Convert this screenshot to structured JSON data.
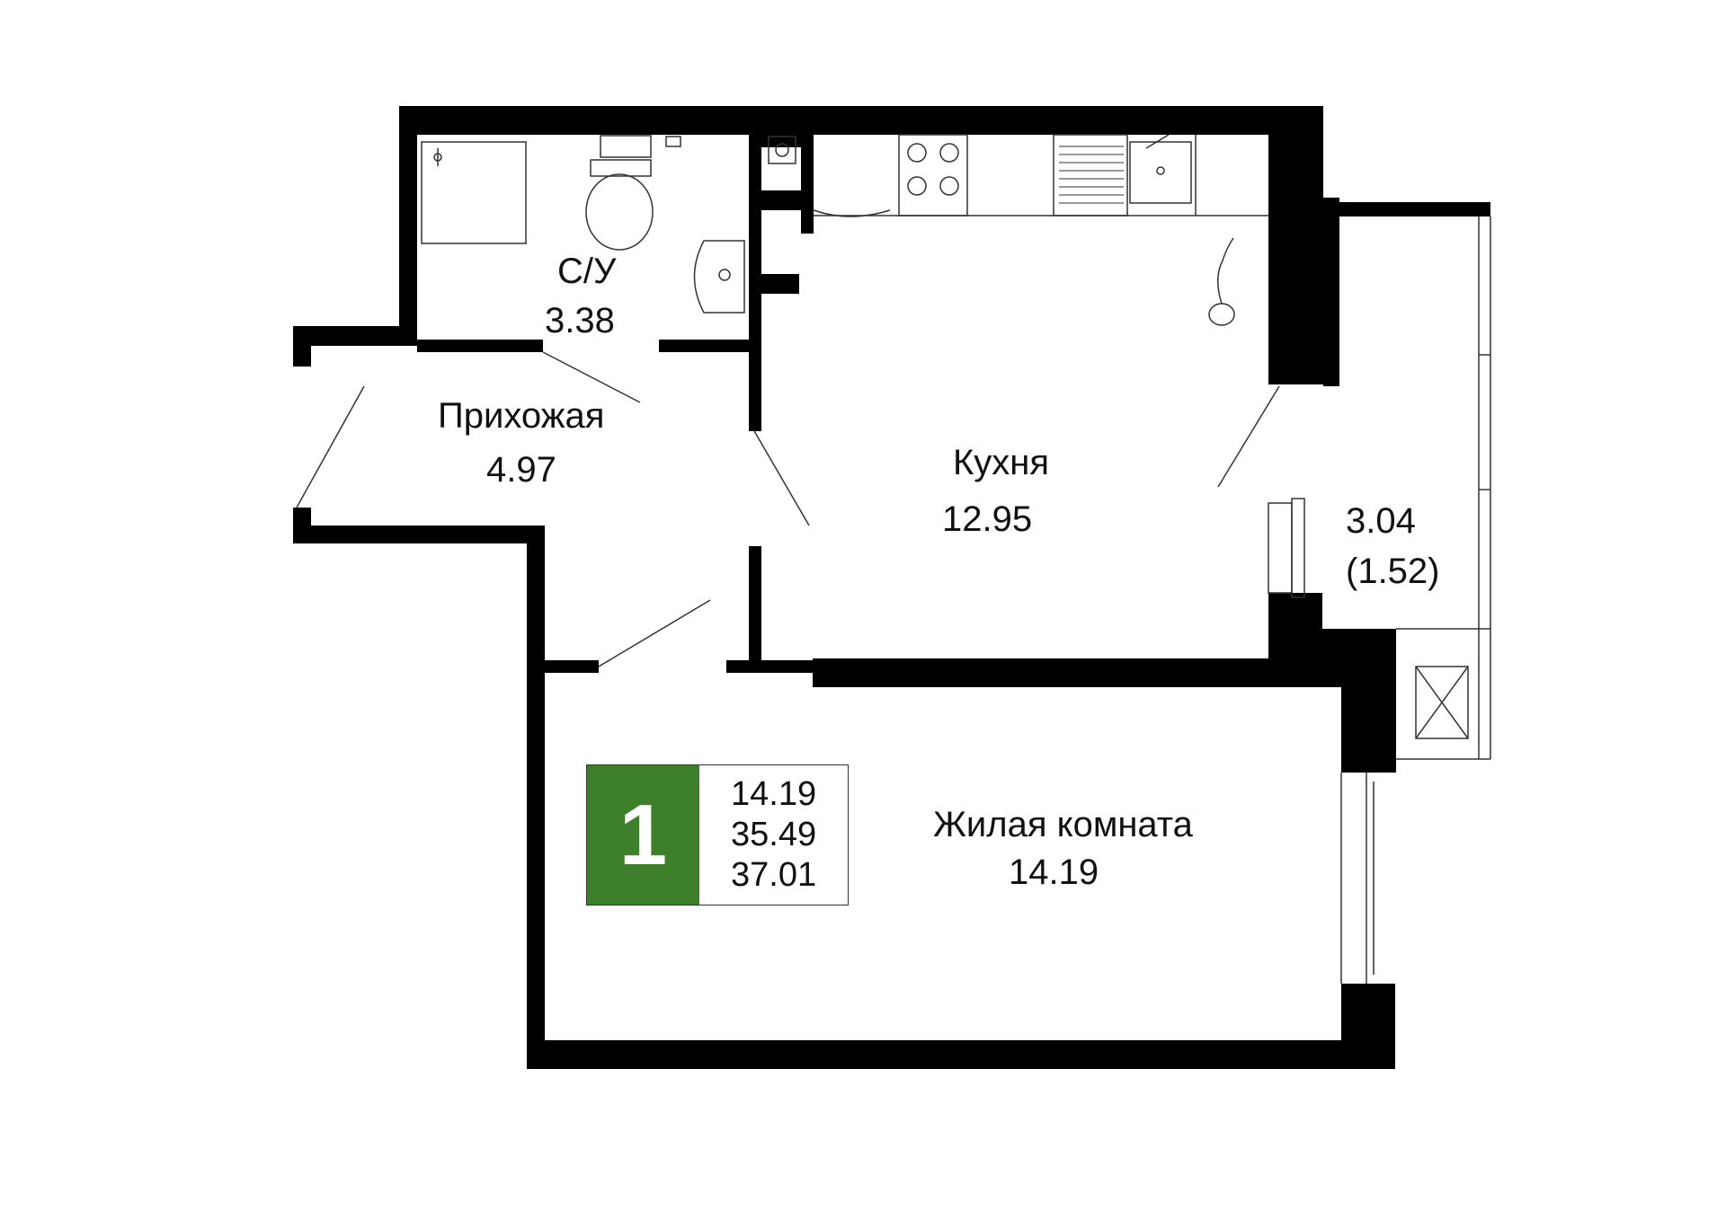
{
  "rooms": {
    "bathroom": {
      "name": "С/У",
      "area": "3.38"
    },
    "hall": {
      "name": "Прихожая",
      "area": "4.97"
    },
    "kitchen": {
      "name": "Кухня",
      "area": "12.95"
    },
    "living": {
      "name": "Жилая комната",
      "area": "14.19"
    },
    "balcony": {
      "area": "3.04",
      "reduced_area": "(1.52)"
    }
  },
  "summary": {
    "room_count": "1",
    "living_area": "14.19",
    "total_area": "35.49",
    "total_area_with_balcony": "37.01",
    "accent_color": "#3e7f2c"
  },
  "colors": {
    "wall": "#000000",
    "line": "#333333",
    "background": "#ffffff"
  }
}
